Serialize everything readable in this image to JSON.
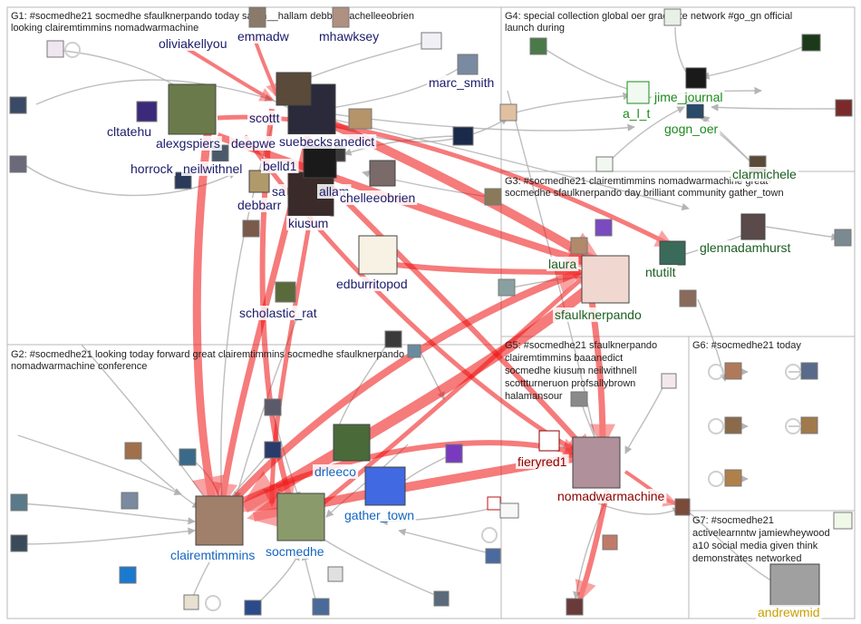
{
  "groups": [
    {
      "id": "G1",
      "caption": "G1: #socmedhe21 socmedhe sfaulknerpando today sarah__hallam debbaff rachelleeobrien",
      "caption2": "looking clairemtimmins nomadwarmachine"
    },
    {
      "id": "G2",
      "caption": "G2: #socmedhe21 looking today forward great clairemtimmins socmedhe sfaulknerpando",
      "caption2": "nomadwarmachine conference"
    },
    {
      "id": "G3",
      "caption": "G3: #socmedhe21 clairemtimmins nomadwarmachine great",
      "caption2": "socmedhe sfaulknerpando day brilliant community gather_town"
    },
    {
      "id": "G4",
      "caption": "G4: special collection global oer graduate network #go_gn official",
      "caption2": "launch during"
    },
    {
      "id": "G5",
      "caption": "G5: #socmedhe21 sfaulknerpando",
      "lines": [
        "clairemtimmins baaanedict",
        "socmedhe kiusum neilwithnell",
        "scottturneruon profsallybrown",
        "halamansour"
      ]
    },
    {
      "id": "G6",
      "caption": "G6: #socmedhe21 today"
    },
    {
      "id": "G7",
      "caption": "G7: #socmedhe21",
      "lines": [
        "activelearnntw jamiewheywood",
        "a10 social media given think",
        "demonstrates networked"
      ]
    }
  ],
  "nodes": [
    {
      "id": "oliviakellyou",
      "label": "oliviakellyou",
      "color": "#1b1b6b"
    },
    {
      "id": "emmadw",
      "label": "emmadw",
      "color": "#1b1b6b"
    },
    {
      "id": "mhawksey",
      "label": "mhawksey",
      "color": "#1b1b6b"
    },
    {
      "id": "marc_smith",
      "label": "marc_smith",
      "color": "#1b1b6b"
    },
    {
      "id": "cltatehull",
      "label": "cltatehu",
      "color": "#1b1b6b"
    },
    {
      "id": "alexgspiers",
      "label": "alexgspiers",
      "color": "#1b1b6b"
    },
    {
      "id": "deepwell",
      "label": "deepwe",
      "color": "#1b1b6b"
    },
    {
      "id": "scottturneruon",
      "label": "scottt",
      "color": "#1b1b6b"
    },
    {
      "id": "suebecks",
      "label": "suebecks",
      "color": "#1b1b6b"
    },
    {
      "id": "baaanedict",
      "label": "anedict",
      "color": "#1b1b6b"
    },
    {
      "id": "horrocks",
      "label": "horrock",
      "color": "#1b1b6b"
    },
    {
      "id": "neilwithnell",
      "label": "neilwithnel",
      "color": "#1b1b6b"
    },
    {
      "id": "belld1",
      "label": "belld1",
      "color": "#1b1b6b"
    },
    {
      "id": "sarah_hallam",
      "label": "sa",
      "color": "#1b1b6b"
    },
    {
      "id": "hallam",
      "label": "allam",
      "color": "#1b1b6b"
    },
    {
      "id": "rachelleeobrien",
      "label": "chelleeobrien",
      "color": "#1b1b6b"
    },
    {
      "id": "debbaff",
      "label": "debbarr",
      "color": "#1b1b6b"
    },
    {
      "id": "kiusum",
      "label": "kiusum",
      "color": "#1b1b6b"
    },
    {
      "id": "edburritopod",
      "label": "edburritopod",
      "color": "#1b1b6b"
    },
    {
      "id": "scholastic_rat",
      "label": "scholastic_rat",
      "color": "#1b1b6b"
    },
    {
      "id": "drleeco",
      "label": "drleeco",
      "color": "#1565c0"
    },
    {
      "id": "gather_town",
      "label": "gather_town",
      "color": "#1565c0"
    },
    {
      "id": "clairemtimmins",
      "label": "clairemtimmins",
      "color": "#1565c0"
    },
    {
      "id": "socmedhe",
      "label": "socmedhe",
      "color": "#1565c0"
    },
    {
      "id": "laura",
      "label": "laura",
      "color": "#1b5e20"
    },
    {
      "id": "ntutilt",
      "label": "ntutilt",
      "color": "#1b5e20"
    },
    {
      "id": "sfaulknerpando",
      "label": "sfaulknerpando",
      "color": "#1b5e20"
    },
    {
      "id": "glennadamhurst",
      "label": "glennadamhurst",
      "color": "#1b5e20"
    },
    {
      "id": "clarmichele",
      "label": "clarmichele",
      "color": "#1b5e20"
    },
    {
      "id": "jime_journal",
      "label": "jime_journal",
      "color": "#1b8a1b"
    },
    {
      "id": "a_l_t",
      "label": "a_l_t",
      "color": "#1b8a1b"
    },
    {
      "id": "gogn_oer",
      "label": "gogn_oer",
      "color": "#1b8a1b"
    },
    {
      "id": "fieryred1",
      "label": "fieryred1",
      "color": "#8b0000"
    },
    {
      "id": "nomadwarmachine",
      "label": "nomadwarmachine",
      "color": "#8b0000"
    },
    {
      "id": "andrewmid",
      "label": "andrewmid",
      "color": "#c8a000"
    }
  ],
  "colors": {
    "g1": "#1b1b6b",
    "g2": "#1565c0",
    "g3": "#1b5e20",
    "g4": "#1b8a1b",
    "g5": "#8b0000",
    "g7": "#c8a000",
    "edge_grey": "#b3b3b3",
    "edge_red": "#f01010"
  }
}
